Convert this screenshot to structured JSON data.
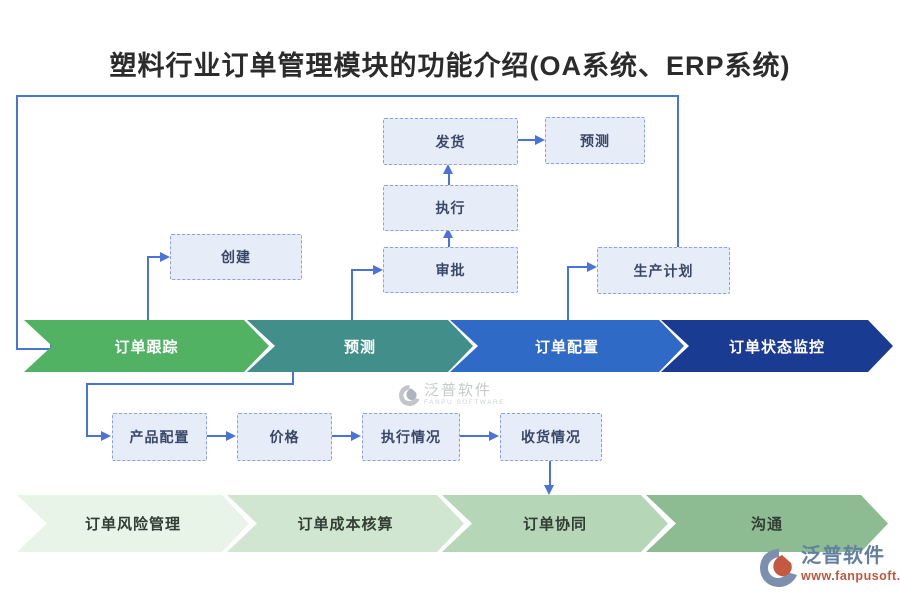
{
  "title": "塑料行业订单管理模块的功能介绍(OA系统、ERP系统)",
  "flow_boxes": {
    "create": "创建",
    "ship": "发货",
    "forecast_top": "预测",
    "execute": "执行",
    "approve": "审批",
    "production_plan": "生产计划",
    "product_config": "产品配置",
    "price": "价格",
    "execution_status": "执行情况",
    "receipt_status": "收货情况"
  },
  "mid_bands": [
    {
      "label": "订单跟踪",
      "color": "#52b264"
    },
    {
      "label": "预测",
      "color": "#418e8a"
    },
    {
      "label": "订单配置",
      "color": "#2f6ac6"
    },
    {
      "label": "订单状态监控",
      "color": "#1a3b92"
    }
  ],
  "bottom_bands": [
    {
      "label": "订单风险管理",
      "color": "#e9f4e9"
    },
    {
      "label": "订单成本核算",
      "color": "#d0e6d0"
    },
    {
      "label": "订单协同",
      "color": "#b5d7b7"
    },
    {
      "label": "沟通",
      "color": "#8ebc92"
    }
  ],
  "watermark": {
    "brand": "泛普软件",
    "sub": "FANPU SOFTWARE"
  },
  "footer": {
    "brand": "泛普软件",
    "url": "www.fanpusoft.com"
  },
  "colors": {
    "connector": "#4a72d8",
    "box_fill": "#e7ecf9",
    "box_border": "#8ba0dc",
    "title_text": "#2b2b2b",
    "mid_band_text": "#ffffff",
    "bottom_band_text": "#323d33"
  }
}
